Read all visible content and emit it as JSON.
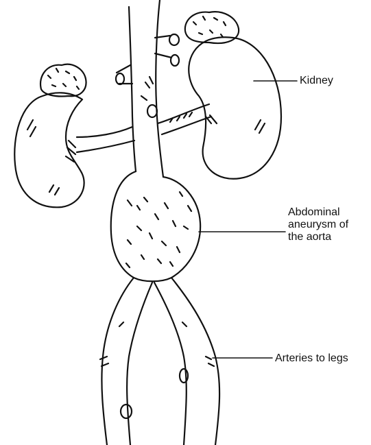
{
  "labels": {
    "kidney": "Kidney",
    "aneurysm_line1": "Abdominal",
    "aneurysm_line2": "aneurysm of",
    "aneurysm_line3": "the aorta",
    "arteries": "Arteries to legs"
  },
  "colors": {
    "ink": "#111111",
    "background": "#ffffff"
  }
}
